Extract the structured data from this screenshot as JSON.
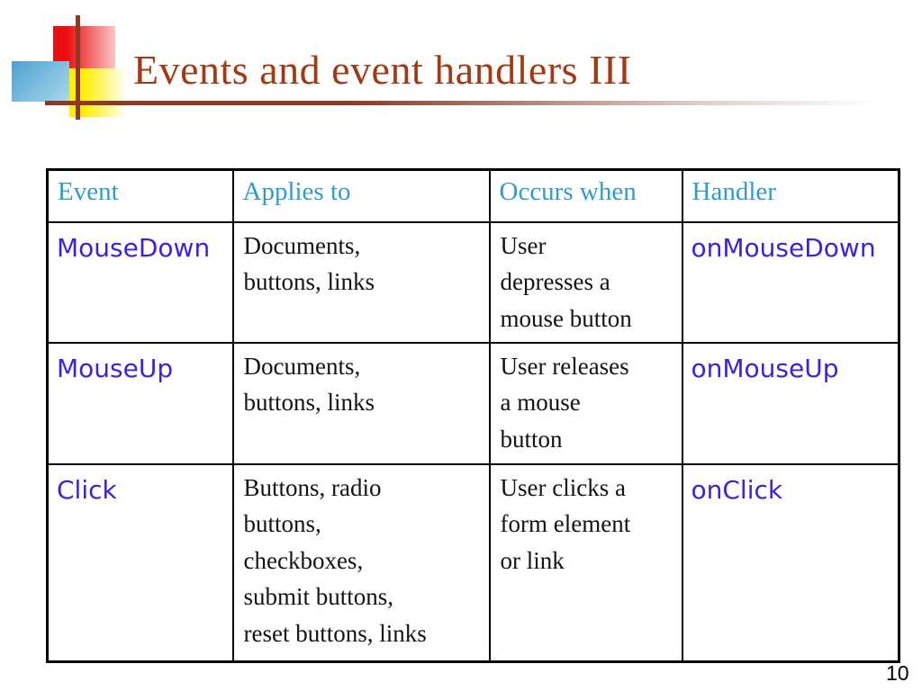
{
  "slide": {
    "title": "Events and event handlers III",
    "page_number": "10"
  },
  "logo": {
    "shapes": [
      "red-square",
      "blue-square",
      "yellow-square",
      "vertical-line",
      "underline-rule"
    ]
  },
  "colors": {
    "title_text": "#a23b14",
    "rule_dark": "#8a3a25",
    "header_text": "#2f9dc9",
    "code_text": "#3b22dd",
    "body_text": "#141414",
    "logo_red": "#ed0f0f",
    "logo_blue": "#4f9fd0",
    "logo_yellow": "#ffee00"
  },
  "table": {
    "headers": [
      "Event",
      "Applies to",
      "Occurs when",
      "Handler"
    ],
    "rows": [
      {
        "event": "MouseDown",
        "applies_to": "Documents,\nbuttons, links",
        "occurs_when": "User\ndepresses a\nmouse button",
        "handler": "onMouseDown"
      },
      {
        "event": "MouseUp",
        "applies_to": "Documents,\nbuttons, links",
        "occurs_when": "User releases\na mouse\nbutton",
        "handler": "onMouseUp"
      },
      {
        "event": "Click",
        "applies_to": "Buttons, radio\nbuttons,\ncheckboxes,\nsubmit buttons,\nreset buttons, links",
        "occurs_when": "User clicks a\nform element\nor link",
        "handler": "onClick"
      }
    ]
  }
}
